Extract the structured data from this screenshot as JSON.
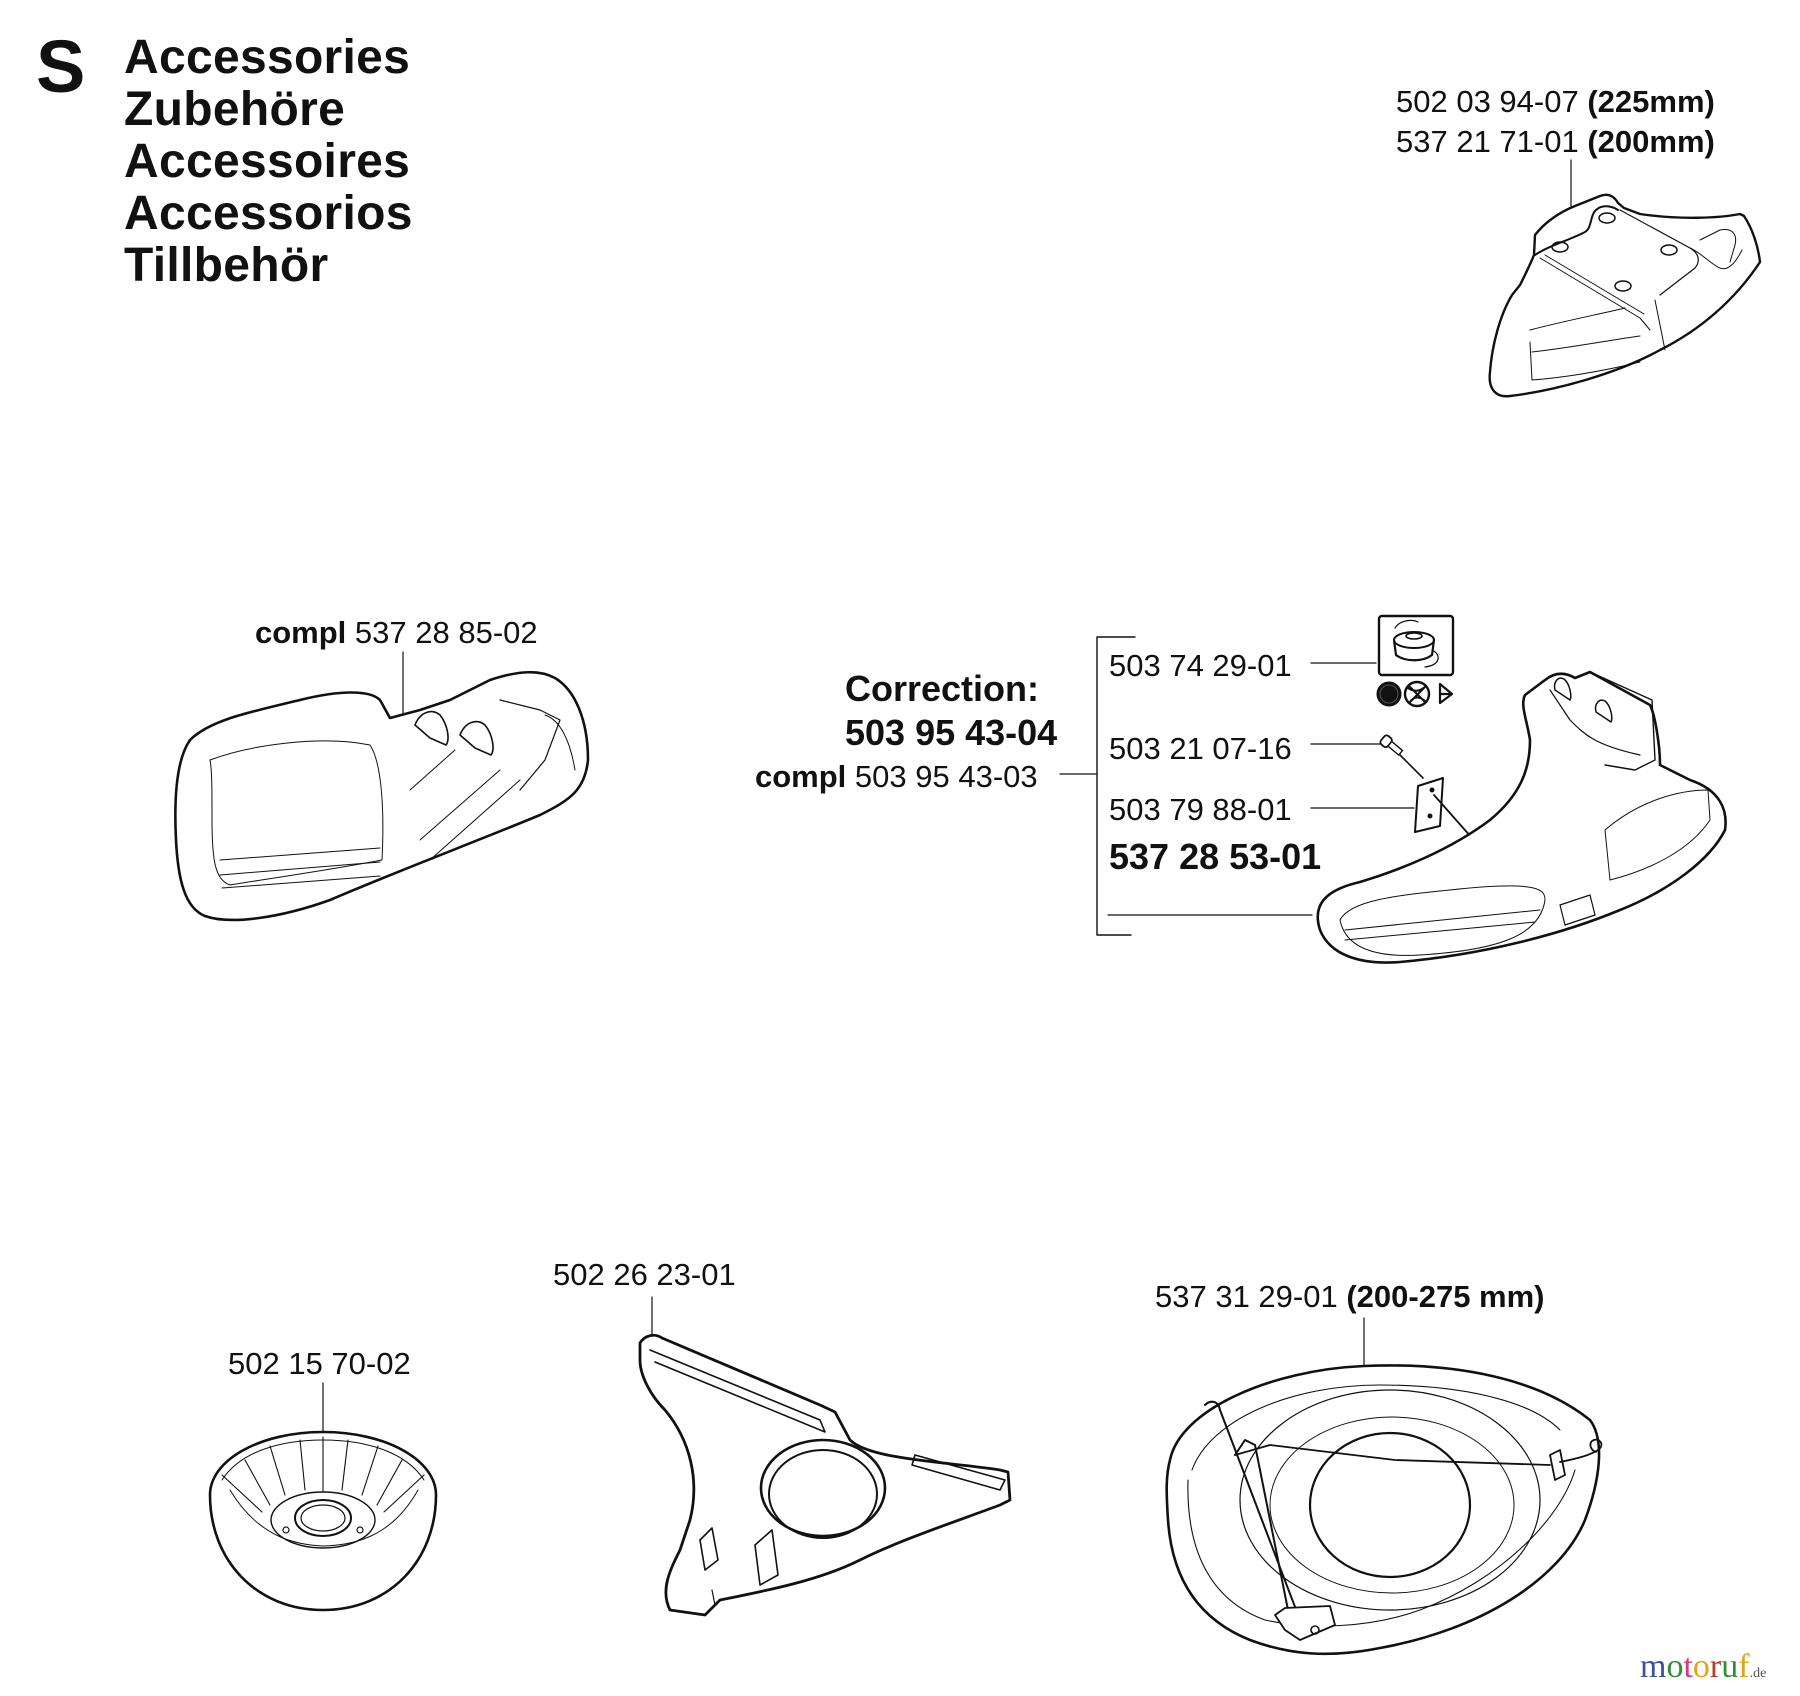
{
  "header": {
    "section_letter": "S",
    "titles": [
      "Accessories",
      "Zubehöre",
      "Accessoires",
      "Accessorios",
      "Tillbehör"
    ]
  },
  "parts": {
    "trimmer_guard_top_right": {
      "lines": [
        {
          "number": "502 03 94-07",
          "size": "(225mm)"
        },
        {
          "number": "537 21 71-01",
          "size": "(200mm)"
        }
      ]
    },
    "grass_guard_left": {
      "prefix": "compl",
      "number": "537 28 85-02"
    },
    "correction": {
      "label": "Correction:",
      "new_number": "503 95 43-04",
      "compl_prefix": "compl",
      "compl_number": "503 95 43-03"
    },
    "combi_guard_kit": {
      "items": [
        {
          "number": "503 74 29-01",
          "icon": "trimmer-head-spool-icon"
        },
        {
          "number": "503 21 07-16",
          "icon": "screw-icon"
        },
        {
          "number": "503 79 88-01",
          "icon": "line-cutter-blade-icon"
        }
      ],
      "guard_number": "537 28 53-01",
      "compatibility_icons": [
        "trimmer-head-icon",
        "grass-blade-icon",
        "three-tooth-blade-icon"
      ]
    },
    "support_cup": {
      "number": "502 15 70-02"
    },
    "grass_blade": {
      "number": "502 26 23-01"
    },
    "saw_blade_guard": {
      "number": "537 31 29-01",
      "size": "(200-275 mm)"
    }
  },
  "watermark": {
    "letters": [
      "m",
      "o",
      "t",
      "o",
      "r",
      "u",
      "f"
    ],
    "colors": [
      "#3b4fa8",
      "#2f8f3a",
      "#d23a7a",
      "#e2a21a",
      "#c0392b",
      "#2f8f3a",
      "#e2a21a"
    ],
    "suffix": ".de"
  }
}
